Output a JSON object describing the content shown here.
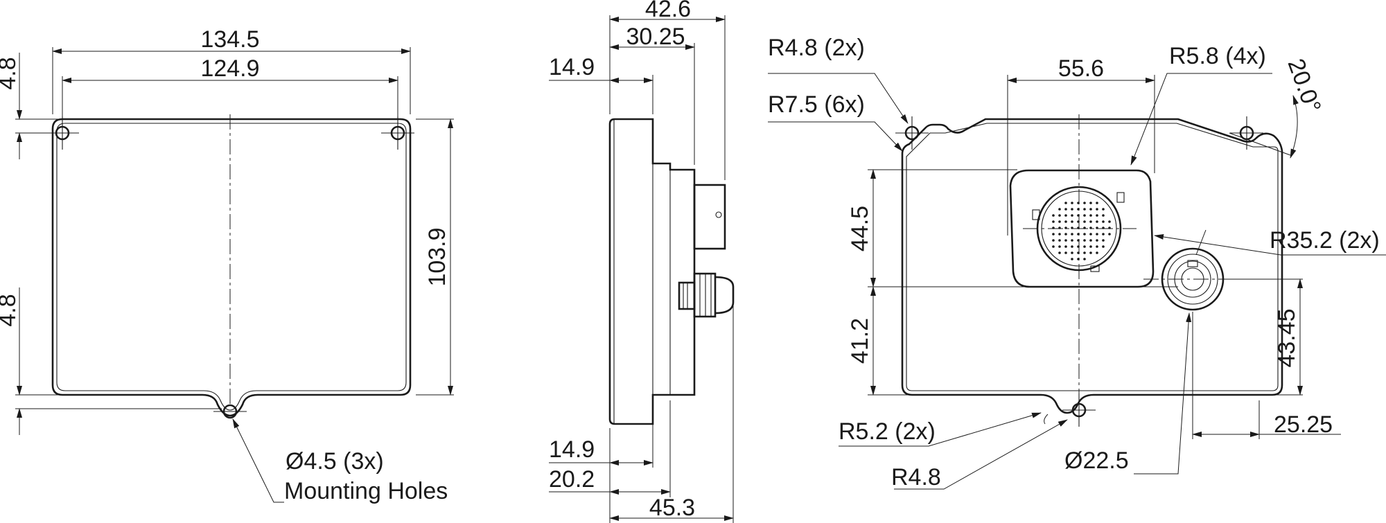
{
  "front_view": {
    "dim_overall_width": "134.5",
    "dim_hole_spacing": "124.9",
    "dim_height": "103.9",
    "dim_top_offset": "4.8",
    "dim_bottom_offset": "4.8",
    "note_hole_size": "Ø4.5 (3x)",
    "note_hole_label": "Mounting Holes"
  },
  "side_view": {
    "dim_total_depth": "42.6",
    "dim_connector_depth": "30.25",
    "dim_top_step": "14.9",
    "dim_bottom_step": "14.9",
    "dim_bottom_offset": "20.2",
    "dim_full_depth": "45.3"
  },
  "rear_view": {
    "radius_top_holes": "R4.8 (2x)",
    "radius_corners": "R7.5 (6x)",
    "dim_connector_width": "55.6",
    "radius_connector": "R5.8 (4x)",
    "angle": "20.0°",
    "dim_upper_height": "44.5",
    "radius_connector_arc": "R35.2 (2x)",
    "dim_lower_height": "41.2",
    "dim_port_height": "43.45",
    "radius_bottom_lobe": "R5.2 (2x)",
    "dim_port_offset": "25.25",
    "diameter_port": "Ø22.5",
    "radius_bottom_hole": "R4.8"
  }
}
